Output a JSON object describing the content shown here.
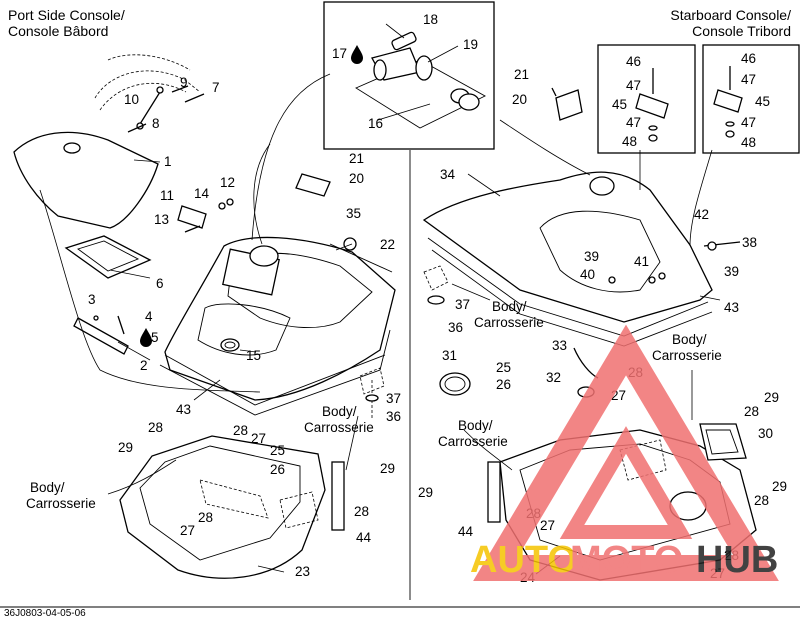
{
  "headers": {
    "port_line1": "Port Side Console/",
    "port_line2": "Console Bâbord",
    "starboard_line1": "Starboard Console/",
    "starboard_line2": "Console Tribord"
  },
  "body_label": {
    "line1": "Body/",
    "line2": "Carrosserie"
  },
  "part_numbers": [
    "1",
    "2",
    "3",
    "4",
    "5",
    "6",
    "7",
    "8",
    "9",
    "10",
    "11",
    "12",
    "13",
    "14",
    "15",
    "16",
    "17",
    "18",
    "19",
    "20",
    "21",
    "22",
    "23",
    "24",
    "25",
    "26",
    "27",
    "28",
    "29",
    "30",
    "31",
    "32",
    "33",
    "34",
    "35",
    "36",
    "37",
    "38",
    "39",
    "40",
    "41",
    "42",
    "43",
    "44",
    "45",
    "46",
    "47",
    "48"
  ],
  "callouts": [
    {
      "id": "c18",
      "text": "18"
    },
    {
      "id": "c17",
      "text": "17"
    },
    {
      "id": "c19",
      "text": "19"
    },
    {
      "id": "c16",
      "text": "16"
    },
    {
      "id": "c9",
      "text": "9"
    },
    {
      "id": "c7",
      "text": "7"
    },
    {
      "id": "c10",
      "text": "10"
    },
    {
      "id": "c8",
      "text": "8"
    },
    {
      "id": "c1",
      "text": "1"
    },
    {
      "id": "c11",
      "text": "11"
    },
    {
      "id": "c14",
      "text": "14"
    },
    {
      "id": "c12",
      "text": "12"
    },
    {
      "id": "c13",
      "text": "13"
    },
    {
      "id": "c21a",
      "text": "21"
    },
    {
      "id": "c20a",
      "text": "20"
    },
    {
      "id": "c35",
      "text": "35"
    },
    {
      "id": "c22",
      "text": "22"
    },
    {
      "id": "c6",
      "text": "6"
    },
    {
      "id": "c3",
      "text": "3"
    },
    {
      "id": "c4",
      "text": "4"
    },
    {
      "id": "c5",
      "text": "5"
    },
    {
      "id": "c2",
      "text": "2"
    },
    {
      "id": "c15",
      "text": "15"
    },
    {
      "id": "c43a",
      "text": "43"
    },
    {
      "id": "c37a",
      "text": "37"
    },
    {
      "id": "c36a",
      "text": "36"
    },
    {
      "id": "c28a",
      "text": "28"
    },
    {
      "id": "c29a",
      "text": "29"
    },
    {
      "id": "c28b",
      "text": "28"
    },
    {
      "id": "c27a",
      "text": "27"
    },
    {
      "id": "c25a",
      "text": "25"
    },
    {
      "id": "c26a",
      "text": "26"
    },
    {
      "id": "c29b",
      "text": "29"
    },
    {
      "id": "c28c",
      "text": "28"
    },
    {
      "id": "c44a",
      "text": "44"
    },
    {
      "id": "c28d",
      "text": "28"
    },
    {
      "id": "c27b",
      "text": "27"
    },
    {
      "id": "c23",
      "text": "23"
    },
    {
      "id": "c21b",
      "text": "21"
    },
    {
      "id": "c20b",
      "text": "20"
    },
    {
      "id": "c46a",
      "text": "46"
    },
    {
      "id": "c47a",
      "text": "47"
    },
    {
      "id": "c45a",
      "text": "45"
    },
    {
      "id": "c47b",
      "text": "47"
    },
    {
      "id": "c48a",
      "text": "48"
    },
    {
      "id": "c46b",
      "text": "46"
    },
    {
      "id": "c47c",
      "text": "47"
    },
    {
      "id": "c45b",
      "text": "45"
    },
    {
      "id": "c47d",
      "text": "47"
    },
    {
      "id": "c48b",
      "text": "48"
    },
    {
      "id": "c34",
      "text": "34"
    },
    {
      "id": "c42",
      "text": "42"
    },
    {
      "id": "c38",
      "text": "38"
    },
    {
      "id": "c39a",
      "text": "39"
    },
    {
      "id": "c40",
      "text": "40"
    },
    {
      "id": "c41",
      "text": "41"
    },
    {
      "id": "c39b",
      "text": "39"
    },
    {
      "id": "c37b",
      "text": "37"
    },
    {
      "id": "c36b",
      "text": "36"
    },
    {
      "id": "c43b",
      "text": "43"
    },
    {
      "id": "c31",
      "text": "31"
    },
    {
      "id": "c33",
      "text": "33"
    },
    {
      "id": "c25b",
      "text": "25"
    },
    {
      "id": "c26b",
      "text": "26"
    },
    {
      "id": "c32",
      "text": "32"
    },
    {
      "id": "c28e",
      "text": "28"
    },
    {
      "id": "c27c",
      "text": "27"
    },
    {
      "id": "c29c",
      "text": "29"
    },
    {
      "id": "c28f",
      "text": "28"
    },
    {
      "id": "c30",
      "text": "30"
    },
    {
      "id": "c29d",
      "text": "29"
    },
    {
      "id": "c28g",
      "text": "28"
    },
    {
      "id": "c29e",
      "text": "29"
    },
    {
      "id": "c44b",
      "text": "44"
    },
    {
      "id": "c28h",
      "text": "28"
    },
    {
      "id": "c27d",
      "text": "27"
    },
    {
      "id": "c24",
      "text": "24"
    },
    {
      "id": "c28i",
      "text": "28"
    },
    {
      "id": "c27e",
      "text": "27"
    }
  ],
  "footer_code": "36J0803-04-05-06",
  "watermark": {
    "text_auto": "AUTO",
    "text_moto": "MOTO",
    "text_hub": "HUB",
    "colors": {
      "triangle": "#f07070",
      "auto": "#f5c400",
      "hub": "#222222"
    }
  }
}
